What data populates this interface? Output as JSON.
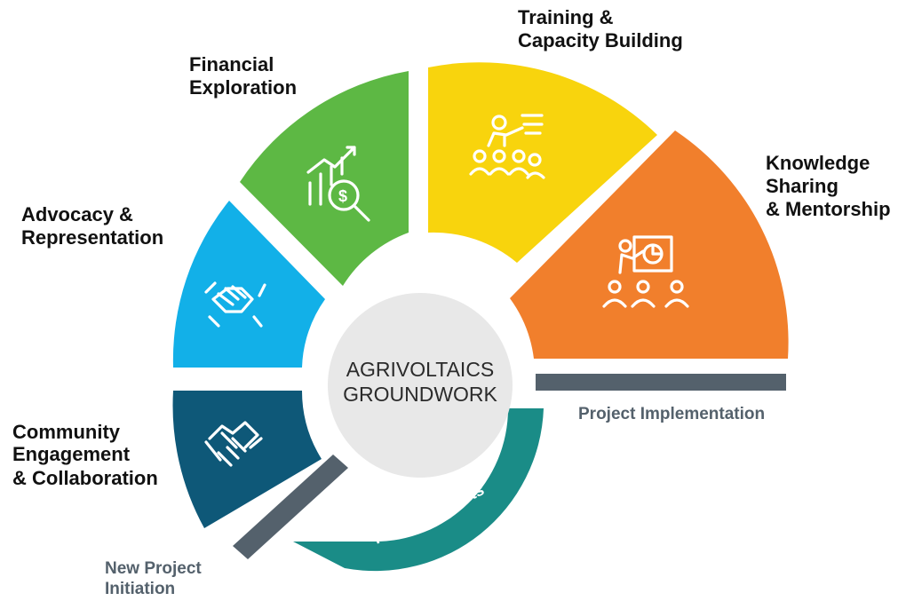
{
  "center": {
    "line1": "AGRIVOLTAICS",
    "line2": "GROUNDWORK"
  },
  "segments": [
    {
      "lines": [
        "Community",
        "Engagement",
        "& Collaboration"
      ],
      "color": "#0e5878",
      "icon": "handshake-icon"
    },
    {
      "lines": [
        "Advocacy &",
        "Representation"
      ],
      "color": "#12b0e8",
      "icon": "teamwork-hands-icon"
    },
    {
      "lines": [
        "Financial",
        "Exploration"
      ],
      "color": "#5db844",
      "icon": "financial-search-icon"
    },
    {
      "lines": [
        "Training &",
        "Capacity Building"
      ],
      "color": "#f8d40d",
      "icon": "trainer-audience-icon"
    },
    {
      "lines": [
        "Knowledge",
        "Sharing",
        "& Mentorship"
      ],
      "color": "#f17f2c",
      "icon": "presentation-audience-icon"
    }
  ],
  "phases": {
    "implementation": "Project Implementation",
    "initiation": [
      "New Project",
      "Initiation"
    ],
    "insights": "Project Insights",
    "insights_arrows": "<<<"
  },
  "colors": {
    "center": "#e8e8e8",
    "insights": "#1a8c87",
    "bar": "#54616c"
  }
}
